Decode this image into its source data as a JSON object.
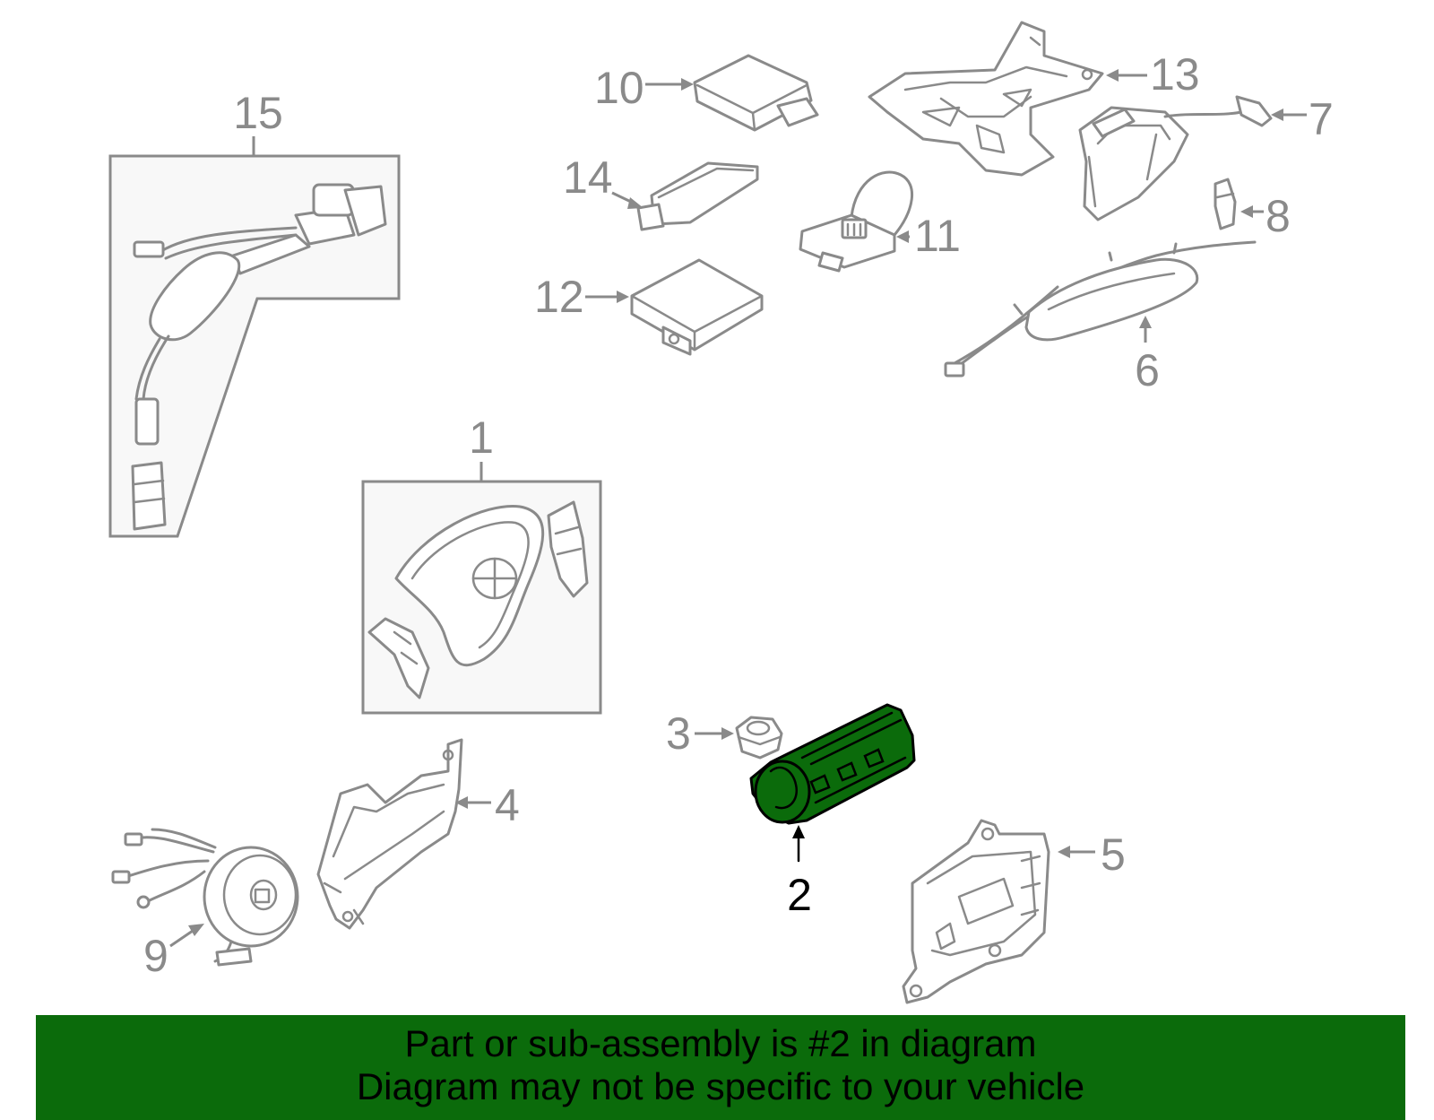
{
  "callouts": {
    "c1": "1",
    "c2": "2",
    "c3": "3",
    "c4": "4",
    "c5": "5",
    "c6": "6",
    "c7": "7",
    "c8": "8",
    "c9": "9",
    "c10": "10",
    "c11": "11",
    "c12": "12",
    "c13": "13",
    "c14": "14",
    "c15": "15"
  },
  "highlighted_part": "2",
  "colors": {
    "line_gray": "#8a8a8a",
    "highlight_fill": "#0b6b0b",
    "banner_bg": "#0b6b0b",
    "banner_text": "#000000"
  },
  "banner": {
    "line1": "Part or sub-assembly is #2 in diagram",
    "line2": "Diagram may not be specific to your vehicle"
  }
}
